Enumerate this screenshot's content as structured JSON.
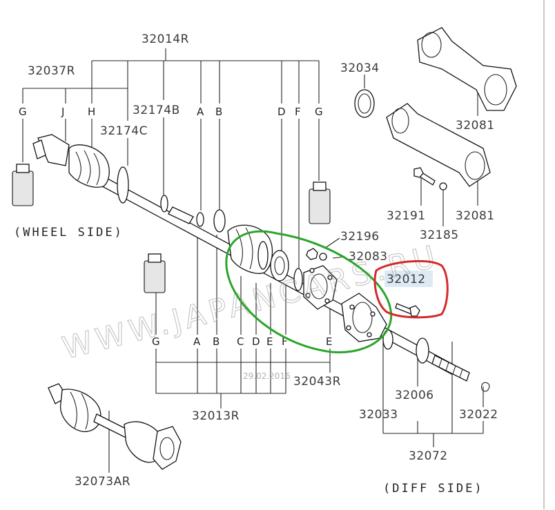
{
  "part_numbers": {
    "p32014R": "32014R",
    "p32037R": "32037R",
    "p32174B": "32174B",
    "p32174C": "32174C",
    "p32034": "32034",
    "p32081_top": "32081",
    "p32081_bottom": "32081",
    "p32191": "32191",
    "p32185": "32185",
    "p32196": "32196",
    "p32083": "32083",
    "p32012": "32012",
    "p32043R": "32043R",
    "p32013R": "32013R",
    "p32006": "32006",
    "p32033": "32033",
    "p32022": "32022",
    "p32072": "32072",
    "p32073AR": "32073AR"
  },
  "top_letters": [
    "G",
    "J",
    "H",
    "A",
    "B",
    "D",
    "F",
    "G"
  ],
  "bottom_letters": [
    "G",
    "A",
    "B",
    "C",
    "D",
    "E",
    "F",
    "E"
  ],
  "labels": {
    "wheel_side": "(WHEEL SIDE)",
    "diff_side": "(DIFF SIDE)"
  },
  "watermark": {
    "text": "WWW.JAPANCARS.RU",
    "date": "29.02.2016"
  },
  "annotation_colors": {
    "green_ellipse": "#2aa52a",
    "red_box": "#d42a2a",
    "highlight": "#dde9f3"
  }
}
